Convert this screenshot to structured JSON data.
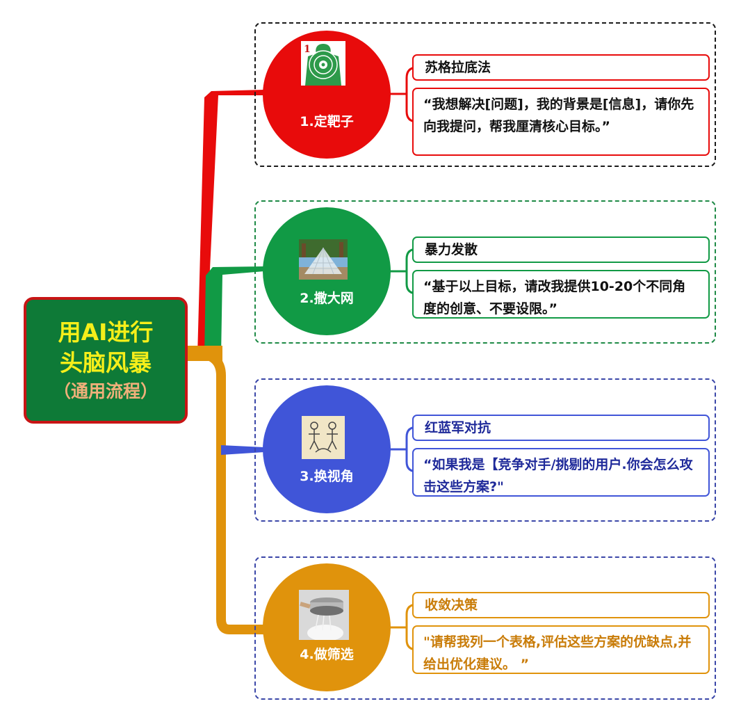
{
  "root": {
    "line1": "用AI进行",
    "line2": "头脑风暴",
    "line3": "（通用流程）"
  },
  "steps": [
    {
      "label": "1.定靶子",
      "icon": "target-icon",
      "color": "#e80b0b",
      "frame_color": "#1a1a1a",
      "title": "苏格拉底法",
      "body": "“我想解决[问题]，我的背景是[信息]，请你先向我提问，帮我厘清核心目标。”"
    },
    {
      "label": "2.撒大网",
      "icon": "fishing-net-icon",
      "color": "#119a45",
      "frame_color": "#1e8a46",
      "title": "暴力发散",
      "body": "“基于以上目标，请改我提供10-20个不同角度的创意、不要设限。”"
    },
    {
      "label": "3.换视角",
      "icon": "two-figures-icon",
      "color": "#4055d8",
      "frame_color": "#3b47a8",
      "title": "红蓝军对抗",
      "body": "“如果我是【竞争对手/挑剔的用户.你会怎么攻击这些方案?\""
    },
    {
      "label": "4.做筛选",
      "icon": "sieve-icon",
      "color": "#e0930c",
      "frame_color": "#3b47a8",
      "title": "收敛决策",
      "body": "\"请帮我列一个表格,评估这些方案的优缺点,并给出优化建议。 ”"
    }
  ]
}
